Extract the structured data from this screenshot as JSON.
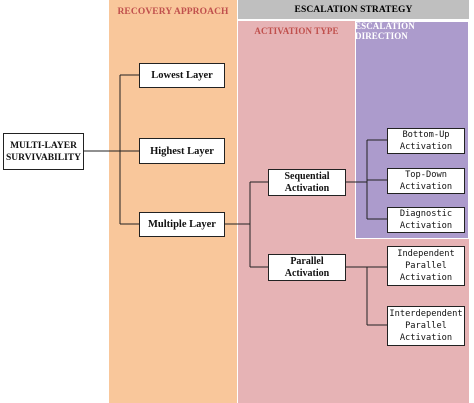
{
  "colors": {
    "recovery_bg": "#f9c79b",
    "activation_bg": "#e6b3b5",
    "direction_bg": "#ac9bcc",
    "escalation_header_bg": "#bfbfbf",
    "recovery_header_text": "#c0504d",
    "activation_header_text": "#c0504d",
    "escalation_header_text": "#000000",
    "direction_header_text": "#ffffff"
  },
  "headers": {
    "recovery": "RECOVERY APPROACH",
    "escalation": "ESCALATION STRATEGY",
    "activation": "ACTIVATION TYPE",
    "direction": "ESCALATION DIRECTION"
  },
  "nodes": {
    "root": "MULTI-LAYER\nSURVIVABILITY",
    "lowest": "Lowest Layer",
    "highest": "Highest Layer",
    "multiple": "Multiple Layer",
    "sequential": "Sequential\nActivation",
    "parallel": "Parallel\nActivation",
    "bottom_up": "Bottom-Up\nActivation",
    "top_down": "Top-Down\nActivation",
    "diagnostic": "Diagnostic\nActivation",
    "independent": "Independent\nParallel\nActivation",
    "interdependent": "Interdependent\nParallel\nActivation"
  }
}
